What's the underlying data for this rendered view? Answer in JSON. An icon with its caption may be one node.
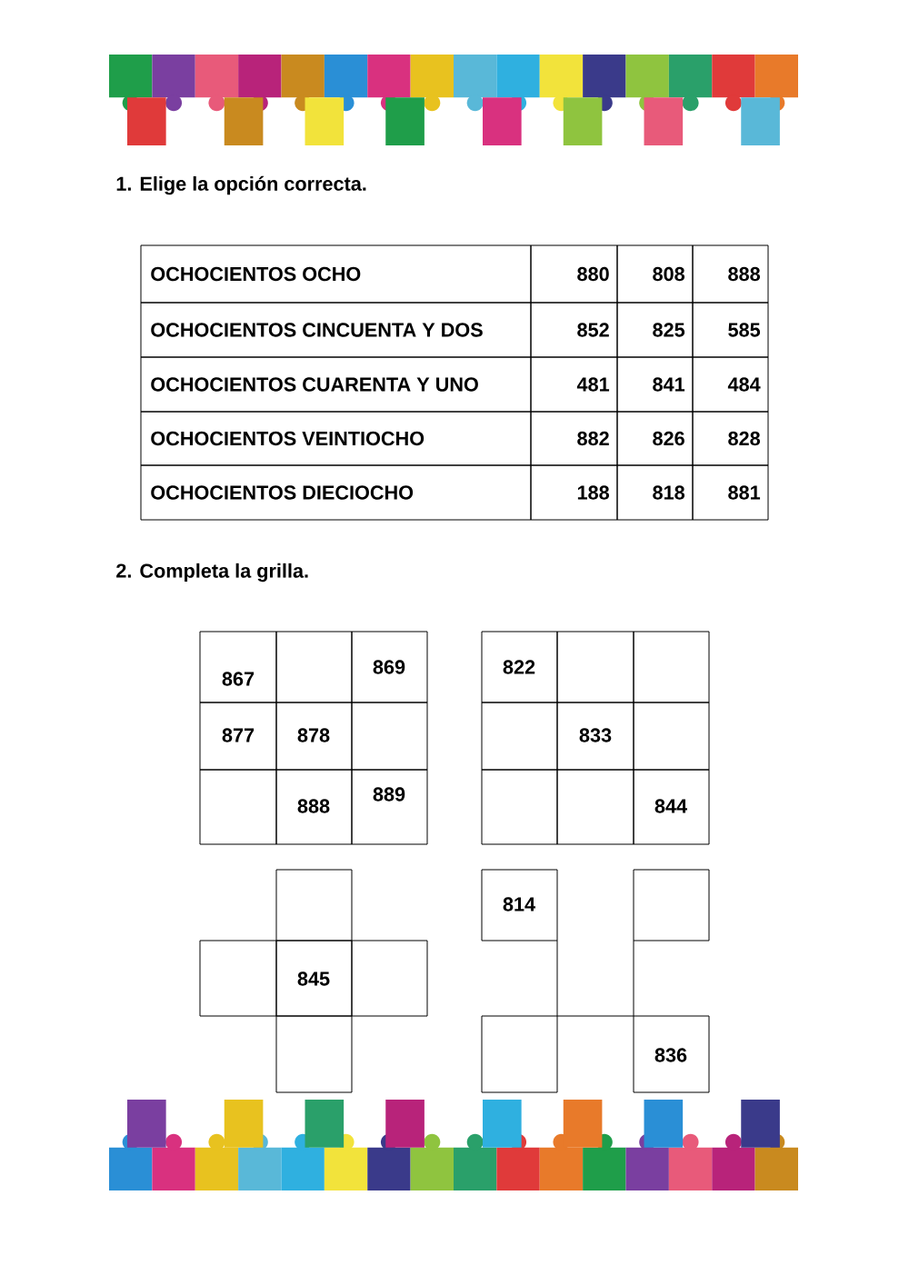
{
  "diagram": {
    "labels": [
      "1. Elige la opción correcta.",
      "OCHOCIENTOS OCHO",
      "880",
      "808",
      "888",
      "OCHOCIENTOS CINCUENTA Y DOS",
      "852",
      "825",
      "585",
      "OCHOCIENTOS CUARENTA Y UNO",
      "481",
      "841",
      "484",
      "OCHOCIENTOS VEINTIOCHO",
      "882",
      "826",
      "828",
      "OCHOCIENTOS DIECIOCHO",
      "188",
      "818",
      "881",
      "2. Completa la grilla.",
      "867",
      "869",
      "822",
      "877",
      "878",
      "833",
      "888",
      "889",
      "844",
      "814",
      "845",
      "836"
    ]
  }
}
